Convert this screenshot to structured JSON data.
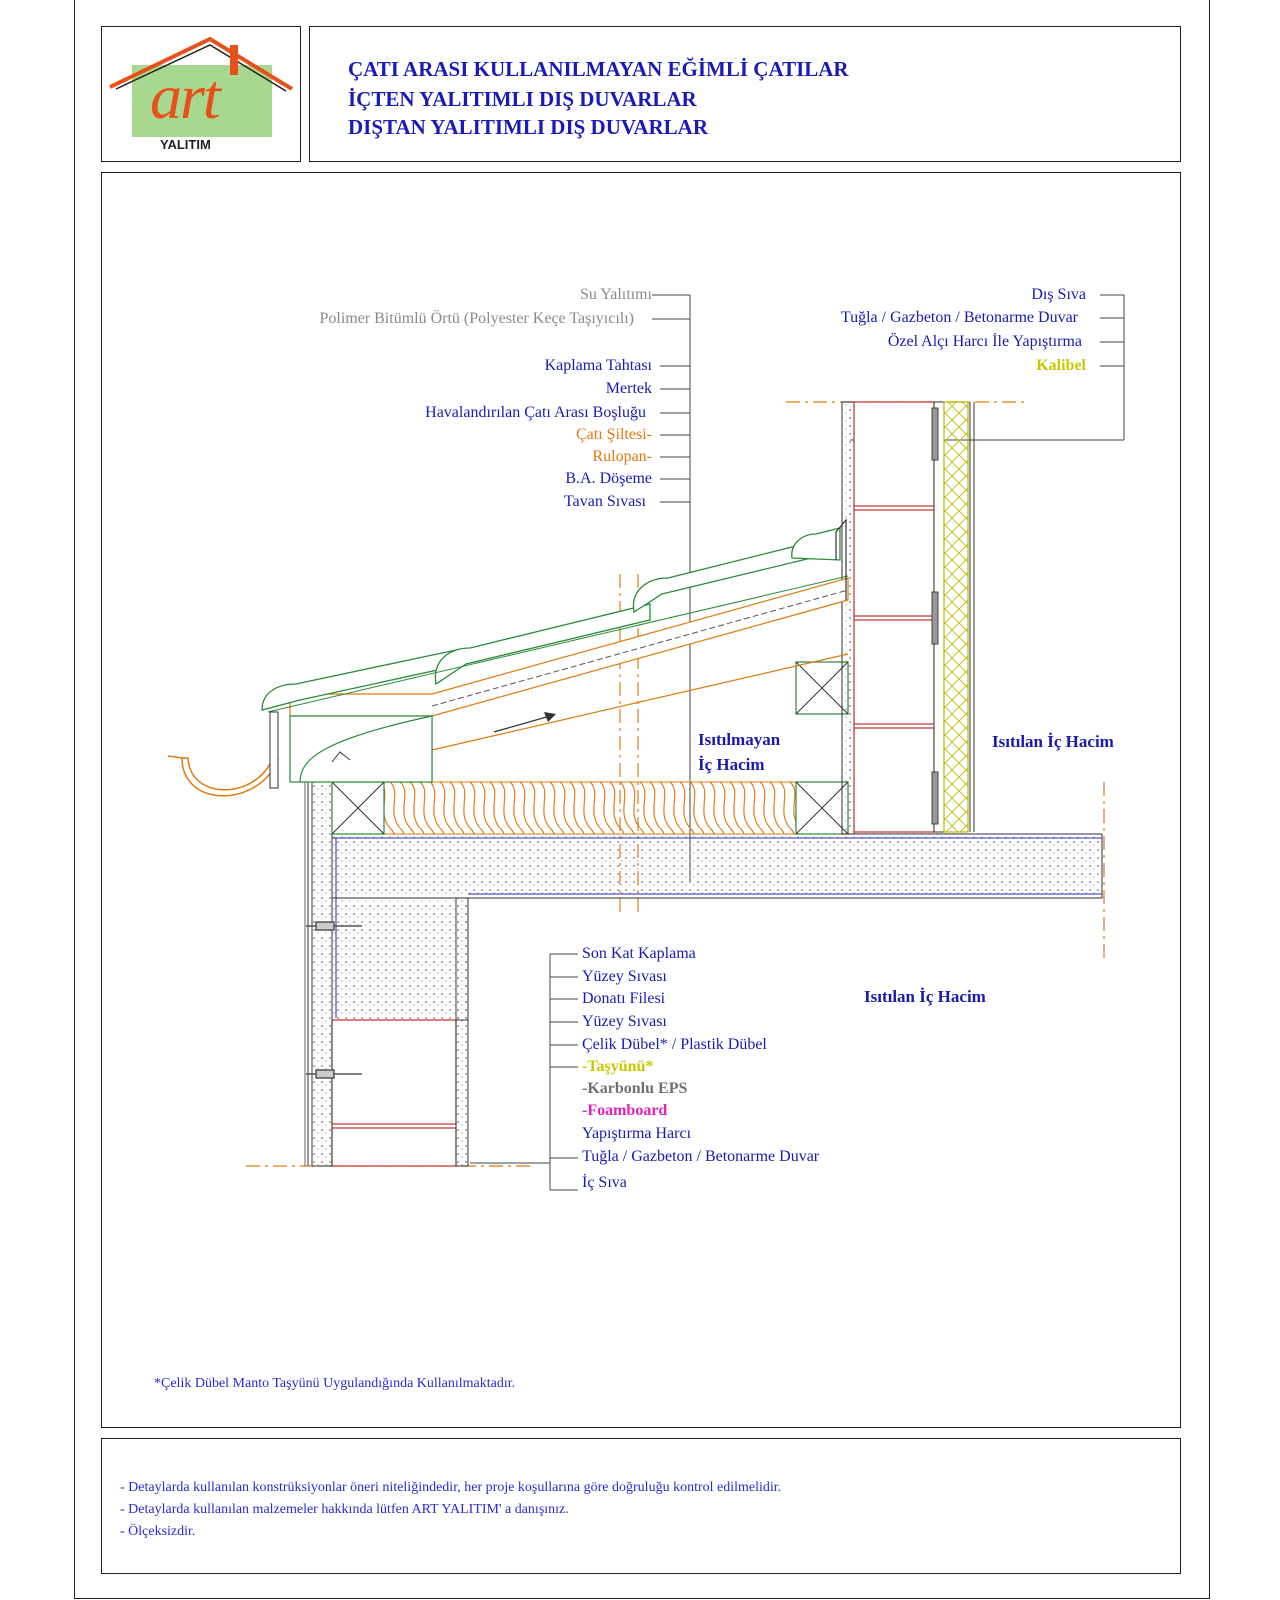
{
  "logo": {
    "brand": "art",
    "sub": "YALITIM",
    "colors": {
      "roof": "#e8501a",
      "box": "#9fd48a",
      "text": "#e8501a"
    }
  },
  "header": {
    "line1": "ÇATI ARASI KULLANILMAYAN EĞİMLİ ÇATILAR",
    "line2": "İÇTEN YALITIMLI DIŞ DUVARLAR",
    "line3": "DIŞTAN YALITIMLI DIŞ DUVARLAR"
  },
  "roof_labels": [
    {
      "text": "Su Yalıtımı",
      "color": "grey"
    },
    {
      "text": "Polimer Bitümlü Örtü (Polyester Keçe Taşıyıcılı)",
      "color": "grey"
    },
    {
      "text": "Kaplama Tahtası",
      "color": "blue"
    },
    {
      "text": "Mertek",
      "color": "blue"
    },
    {
      "text": "Havalandırılan Çatı Arası Boşluğu",
      "color": "blue"
    },
    {
      "text": "Çatı Şiltesi-",
      "color": "orange"
    },
    {
      "text": "Rulopan-",
      "color": "orange"
    },
    {
      "text": "B.A. Döşeme",
      "color": "blue"
    },
    {
      "text": "Tavan Sıvası",
      "color": "blue"
    }
  ],
  "wall_in_labels": [
    {
      "text": "Dış Sıva",
      "color": "blue"
    },
    {
      "text": "Tuğla / Gazbeton / Betonarme Duvar",
      "color": "blue"
    },
    {
      "text": "Özel Alçı Harcı İle Yapıştırma",
      "color": "blue"
    },
    {
      "text": "Kalibel",
      "color": "yellow"
    }
  ],
  "wall_out_labels": [
    {
      "text": "Son Kat Kaplama",
      "color": "blue"
    },
    {
      "text": "Yüzey Sıvası",
      "color": "blue"
    },
    {
      "text": "Donatı Filesi",
      "color": "blue"
    },
    {
      "text": "Yüzey Sıvası",
      "color": "blue"
    },
    {
      "text": "Çelik Dübel* / Plastik Dübel",
      "color": "blue"
    },
    {
      "text": "-Taşyünü*",
      "color": "yellow"
    },
    {
      "text": "-Karbonlu EPS",
      "color": "darkgrey"
    },
    {
      "text": "-Foamboard",
      "color": "magenta"
    },
    {
      "text": "Yapıştırma Harcı",
      "color": "blue"
    },
    {
      "text": "Tuğla / Gazbeton / Betonarme Duvar",
      "color": "blue"
    },
    {
      "text": "İç Sıva",
      "color": "blue"
    }
  ],
  "zones": {
    "unheated_1": "Isıtılmayan",
    "unheated_2": "İç Hacim",
    "heated_upper": "Isıtılan İç Hacim",
    "heated_lower": "Isıtılan İç Hacim"
  },
  "footnote": "*Çelik Dübel Manto Taşyünü Uygulandığında Kullanılmaktadır.",
  "notes": [
    "- Detaylarda kullanılan konstrüksiyonlar öneri niteliğindedir, her proje koşullarına göre doğruluğu kontrol edilmelidir.",
    "- Detaylarda kullanılan malzemeler hakkında lütfen ART YALITIM' a danışınız.",
    "- Ölçeksizdir."
  ]
}
